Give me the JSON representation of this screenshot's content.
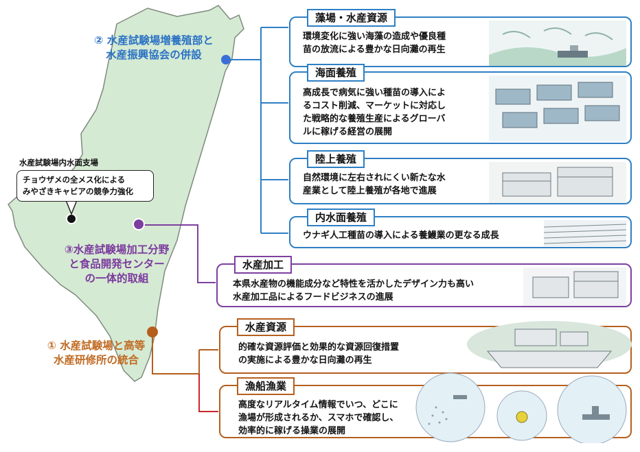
{
  "map_labels": {
    "label_2": "② 水産試験場増養殖部と\n水産振興協会の併設",
    "label_3": "③水産試験場加工分野\nと食品開発センター\nの一体的取組",
    "label_1": "① 水産試験場と高等\n水産研修所の統合",
    "branch_label": "水産試験場内水面支場",
    "bubble_text": "チョウザメの全メス化による\nみやざきキャビアの競争力強化"
  },
  "colors": {
    "map_fill": "#d5ead3",
    "map_stroke": "#7d8a7d",
    "blue": "#2e7fc4",
    "blue_text": "#2b72c4",
    "purple": "#7d3f9e",
    "purple_text": "#7b3a9e",
    "orange": "#b45f1e",
    "orange_text": "#c06a22",
    "red_connector": "#c8262c"
  },
  "boxes": {
    "algae": {
      "title": "藻場・水産資源",
      "text": "環境変化に強い海藻の造成や優良種\n苗の放流による豊かな日向灘の再生"
    },
    "sea_culture": {
      "title": "海面養殖",
      "text": "高成長で病気に強い種苗の導入によ\nるコスト削減、マーケットに対応し\nた戦略的な養殖生産によるグローバ\nルに稼げる経営の展開"
    },
    "land_culture": {
      "title": "陸上養殖",
      "text": "自然環境に左右されにくい新たな水\n産業として陸上養殖が各地で進展"
    },
    "inland_culture": {
      "title": "内水面養殖",
      "text": "ウナギ人工種苗の導入による養鰻業の更なる成長"
    },
    "processing": {
      "title": "水産加工",
      "text": "本県水産物の機能成分など特性を活かしたデザイン力も高い\n水産加工品によるフードビジネスの進展"
    },
    "resources": {
      "title": "水産資源",
      "text": "的確な資源評価と効果的な資源回復措置\nの実施による豊かな日向灘の再生"
    },
    "fishing": {
      "title": "漁船漁業",
      "text": "高度なリアルタイム情報でいつ、どこに\n漁場が形成されるか、スマホで確認し、\n効率的に稼げる操業の展開"
    }
  }
}
